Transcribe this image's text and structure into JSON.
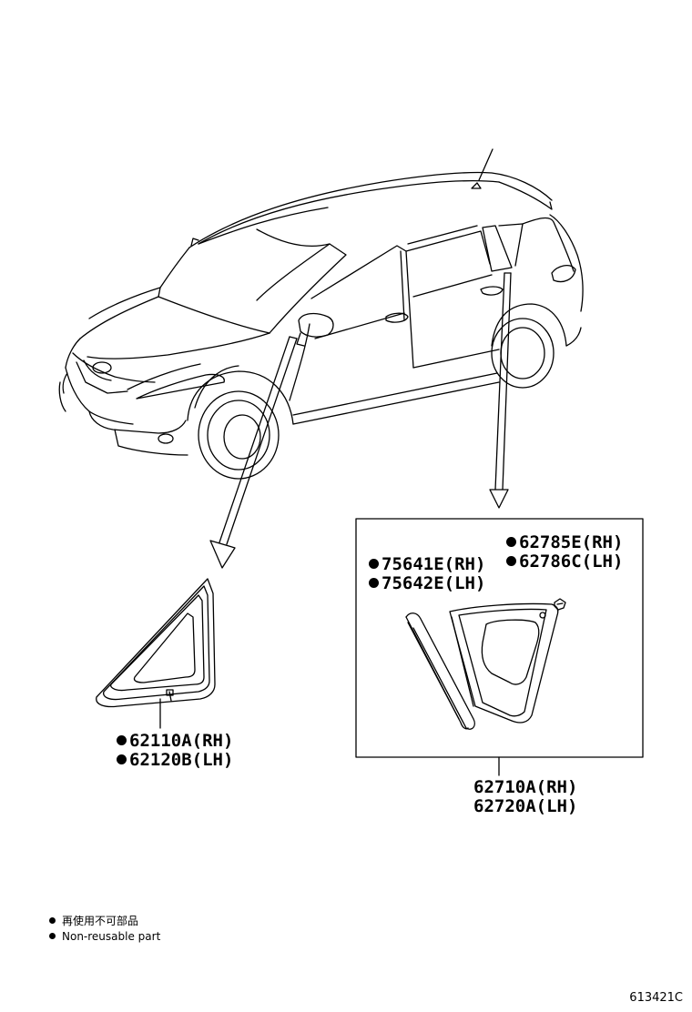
{
  "parts": {
    "front_glass": {
      "rh": "62110A(RH)",
      "lh": "62120B(LH)"
    },
    "weatherstrip": {
      "rh": "75641E(RH)",
      "lh": "75642E(LH)"
    },
    "clip": {
      "rh": "62785E(RH)",
      "lh": "62786C(LH)"
    },
    "quarter_glass": {
      "rh": "62710A(RH)",
      "lh": "62720A(LH)"
    }
  },
  "legend": {
    "jp": "再使用不可部品",
    "en": "Non-reusable part"
  },
  "illustration_code": "613421C"
}
